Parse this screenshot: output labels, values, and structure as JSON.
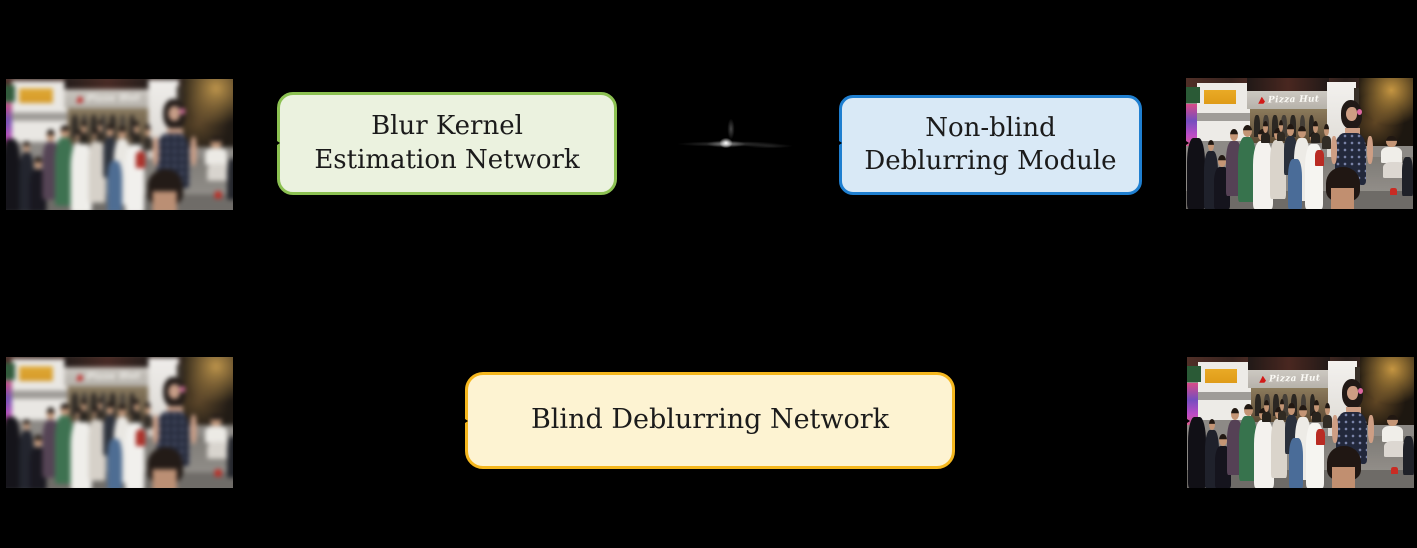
{
  "canvas": {
    "background": "#000000",
    "text_color": "#1b1b1b"
  },
  "nodes": {
    "blur_kernel_estimation": {
      "line1": "Blur Kernel",
      "line2": "Estimation Network",
      "fill": "#ebf2df",
      "border": "#8cc152"
    },
    "non_blind_deblurring": {
      "line1": "Non-blind",
      "line2": "Deblurring Module",
      "fill": "#d9e9f6",
      "border": "#1f7fd0"
    },
    "blind_deblurring": {
      "label": "Blind Deblurring Network",
      "fill": "#fdf3d2",
      "border": "#f5b71e"
    }
  },
  "kernel": {
    "alt": "estimated blur kernel point-spread-function glyph"
  },
  "photos": {
    "sign_text": "Pizza Hut",
    "top_left": {
      "alt": "blurry street-scene input frame"
    },
    "top_right": {
      "alt": "sharp deblurred street-scene frame"
    },
    "bottom_left": {
      "alt": "blurry street-scene input frame"
    },
    "bottom_right": {
      "alt": "sharp deblurred street-scene frame"
    }
  }
}
